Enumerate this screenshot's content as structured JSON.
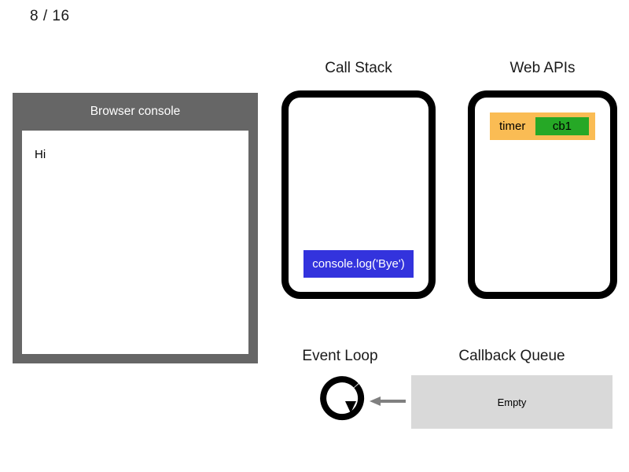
{
  "slide": {
    "counter": "8 / 16"
  },
  "console_panel": {
    "title": "Browser console",
    "lines": [
      "Hi"
    ],
    "frame_color": "#666666"
  },
  "call_stack": {
    "title": "Call Stack",
    "frames": [
      {
        "label": "console.log('Bye')",
        "color": "#3333DD"
      }
    ]
  },
  "web_apis": {
    "title": "Web APIs",
    "entries": [
      {
        "name": "timer",
        "callback": "cb1",
        "row_color": "#FABC54",
        "callback_color": "#26A826"
      }
    ]
  },
  "event_loop": {
    "title": "Event Loop",
    "loop_icon": "circular-arrow-icon",
    "arrow_icon": "arrow-left-icon",
    "arrow_color": "#808080"
  },
  "callback_queue": {
    "title": "Callback Queue",
    "status": "Empty",
    "box_color": "#D9D9D9"
  }
}
